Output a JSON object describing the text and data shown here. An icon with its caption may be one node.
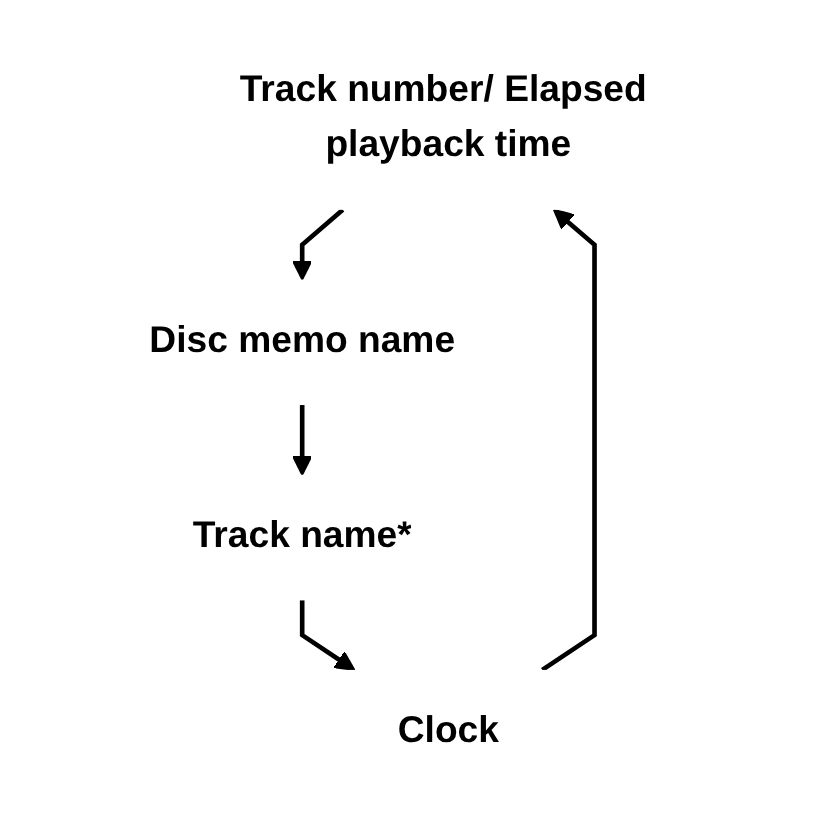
{
  "diagram": {
    "nodes": [
      {
        "text": [
          "Track number/ Elapsed playback time"
        ]
      },
      {
        "text": [
          "Disc memo name"
        ]
      },
      {
        "text": [
          "Track name*"
        ]
      },
      {
        "text": [
          "Clock"
        ]
      }
    ],
    "edges": [
      {
        "from": 0,
        "to": 1,
        "arrow": "to"
      },
      {
        "from": 1,
        "to": 2,
        "arrow": "to"
      },
      {
        "from": 2,
        "to": 3,
        "arrow": "to"
      },
      {
        "from": 3,
        "to": 0,
        "arrow": "to"
      }
    ]
  }
}
